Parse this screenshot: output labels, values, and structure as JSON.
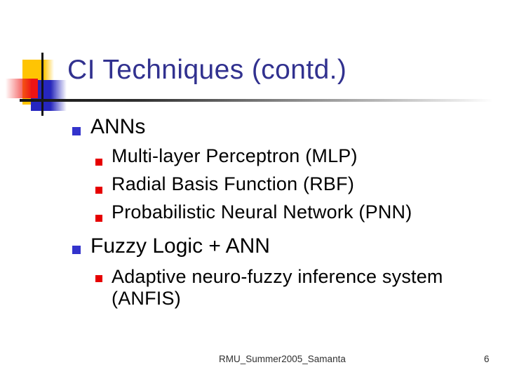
{
  "slide": {
    "title": "CI Techniques (contd.)",
    "bullets": {
      "item1": "ANNs",
      "item1_subs": [
        "Multi-layer Perceptron (MLP)",
        "Radial Basis Function (RBF)",
        "Probabilistic Neural Network (PNN)"
      ],
      "item2": "Fuzzy Logic + ANN",
      "item2_sub_line1": "Adaptive neuro-fuzzy inference system",
      "item2_sub_line2": "(ANFIS)"
    },
    "footer": {
      "label": "RMU_Summer2005_Samanta",
      "slide_number": "6"
    },
    "colors": {
      "title": "#31318F",
      "body_text": "#000000",
      "bullet_level1": "#3333CC",
      "bullet_level2": "#E60000",
      "accent_yellow": "#FFC403",
      "accent_red": "#EE1414",
      "accent_blue": "#2626BE",
      "rule_dark": "#141414"
    }
  }
}
